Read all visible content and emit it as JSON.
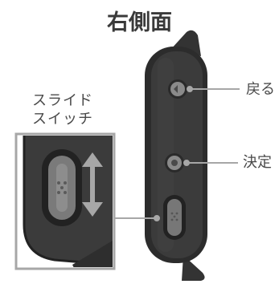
{
  "title": "右側面",
  "callouts": {
    "back_label": "戻る",
    "enter_label": "決定",
    "switch_label_line1": "スライド",
    "switch_label_line2": "スイッチ"
  },
  "colors": {
    "device_body": "#3b3b3b",
    "device_edge": "#2a2a2a",
    "accent_arrow": "#a7a7a7",
    "leader_line": "#a7a7a7",
    "text": "#4a4a4a"
  },
  "icons": {
    "back_button": "back-arrow-icon",
    "enter_button": "enter-button-icon",
    "switch_direction": "double-arrow-icon"
  }
}
